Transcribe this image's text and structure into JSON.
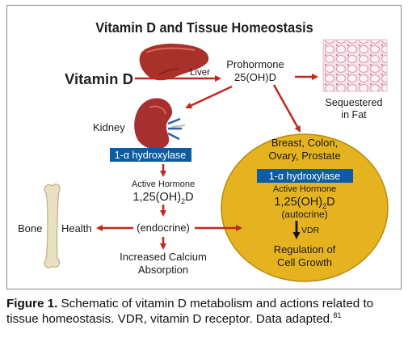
{
  "diagram": {
    "title": "Vitamin D and Tissue Homeostasis",
    "vitamin_d": "Vitamin D",
    "liver": "Liver",
    "prohormone_line1": "Prohormone",
    "prohormone_line2": "25(OH)D",
    "sequestered_line1": "Sequestered",
    "sequestered_line2": "in Fat",
    "kidney": "Kidney",
    "hydroxylase_kidney": "1-α hydroxylase",
    "active_hormone_label": "Active Hormone",
    "hormone_formula_main": "1,25(OH)",
    "hormone_formula_sub": "2",
    "hormone_formula_end": "D",
    "bone": "Bone",
    "health": "Health",
    "endocrine": "(endocrine)",
    "increased_calcium": "Increased Calcium",
    "absorption": "Absorption",
    "tissues_line1": "Breast, Colon,",
    "tissues_line2": "Ovary, Prostate",
    "hydroxylase_tissue": "1-α hydroxylase",
    "tissue_active_hormone": "Active Hormone",
    "autocrine": "(autocrine)",
    "vdr": "VDR",
    "regulation_line1": "Regulation of",
    "regulation_line2": "Cell Growth",
    "colors": {
      "arrow": "#c0281e",
      "hydroxylase_bg": "#0b5ca0",
      "ellipse_fill": "#e6b320",
      "liver": "#a8322a",
      "kidney": "#a72f2f",
      "fat_cells": "#e9c3cf"
    }
  },
  "caption": {
    "label": "Figure 1.",
    "text": " Schematic of vitamin D metabolism and actions related to tissue homeostasis. VDR, vitamin D receptor. Data adapted.",
    "ref": "81"
  }
}
